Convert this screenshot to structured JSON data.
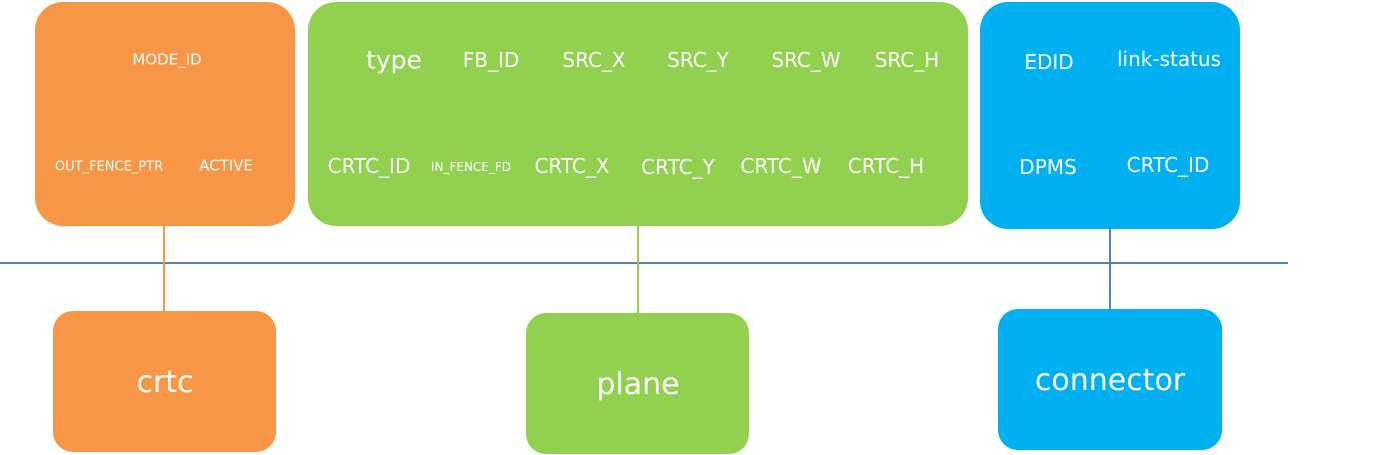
{
  "colors": {
    "crtc": "#F79646",
    "plane": "#92D050",
    "connector": "#00B0F0",
    "bus_line": "#4F81BD"
  },
  "crtc": {
    "label": "crtc",
    "properties": {
      "mode_id": "MODE_ID",
      "out_fence_ptr": "OUT_FENCE_PTR",
      "active": "ACTIVE"
    }
  },
  "plane": {
    "label": "plane",
    "properties": {
      "type": "type",
      "fb_id": "FB_ID",
      "src_x": "SRC_X",
      "src_y": "SRC_Y",
      "src_w": "SRC_W",
      "src_h": "SRC_H",
      "crtc_id": "CRTC_ID",
      "in_fence_fd": "IN_FENCE_FD",
      "crtc_x": "CRTC_X",
      "crtc_y": "CRTC_Y",
      "crtc_w": "CRTC_W",
      "crtc_h": "CRTC_H"
    }
  },
  "connector": {
    "label": "connector",
    "properties": {
      "edid": "EDID",
      "link_status": "link-status",
      "dpms": "DPMS",
      "crtc_id": "CRTC_ID"
    }
  }
}
